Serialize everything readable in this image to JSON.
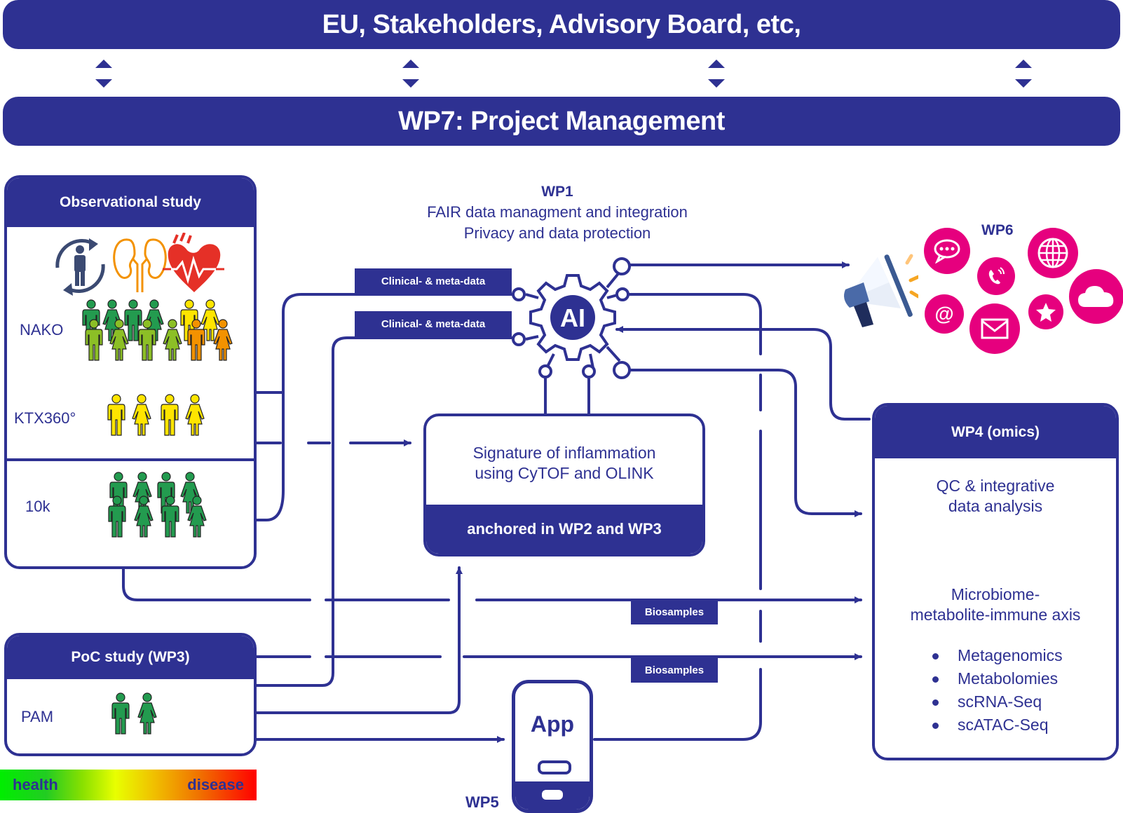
{
  "header": {
    "top_banner": "EU, Stakeholders, Advisory Board, etc,",
    "management_banner": "WP7: Project Management"
  },
  "colors": {
    "primary": "#2e3192",
    "accent_pink": "#e6007e",
    "healthy_green": "#239b4f",
    "mid_green": "#8cbf26",
    "yellow": "#ffe500",
    "orange": "#f39200",
    "heart_red": "#e53027"
  },
  "observational_study": {
    "title": "Observational study",
    "icons": [
      "patient-cycle-icon",
      "kidney-icon",
      "heart-icon"
    ],
    "cohorts": [
      {
        "name": "NAKO",
        "people_colors": [
          "green",
          "green",
          "green",
          "green",
          "yellow",
          "yellow",
          "lightgreen",
          "lightgreen",
          "lightgreen",
          "lightgreen",
          "orange",
          "orange"
        ]
      },
      {
        "name": "KTX360°",
        "people_colors": [
          "yellow",
          "yellow",
          "yellow",
          "yellow"
        ]
      },
      {
        "name": "10k",
        "people_colors": [
          "green",
          "green",
          "green",
          "green",
          "green",
          "green",
          "green",
          "green"
        ]
      }
    ]
  },
  "poc_study": {
    "title": "PoC study (WP3)",
    "cohorts": [
      {
        "name": "PAM",
        "people_colors": [
          "green",
          "green"
        ]
      }
    ]
  },
  "legend": {
    "health": "health",
    "disease": "disease"
  },
  "wp1": {
    "title": "WP1",
    "line1": "FAIR data managment and integration",
    "line2": "Privacy and data protection",
    "ai_label": "AI"
  },
  "flow_labels": {
    "clinical_1": "Clinical- & meta-data",
    "clinical_2": "Clinical- & meta-data",
    "biosamples_1": "Biosamples",
    "biosamples_2": "Biosamples"
  },
  "signature_box": {
    "line1": "Signature of inflammation",
    "line2": "using CyTOF and OLINK",
    "footer": "anchored in WP2 and WP3"
  },
  "wp5": {
    "app_label": "App",
    "title": "WP5"
  },
  "wp6": {
    "title": "WP6",
    "channels": [
      "chat-icon",
      "phone-icon",
      "globe-icon",
      "at-icon",
      "mail-icon",
      "star-icon",
      "cloud-icon"
    ]
  },
  "wp4": {
    "title": "WP4 (omics)",
    "qc_line1": "QC & integrative",
    "qc_line2": "data analysis",
    "axis_line1": "Microbiome-",
    "axis_line2": "metabolite-immune axis",
    "methods": [
      "Metagenomics",
      "Metabolomies",
      "scRNA-Seq",
      "scATAC-Seq"
    ]
  }
}
